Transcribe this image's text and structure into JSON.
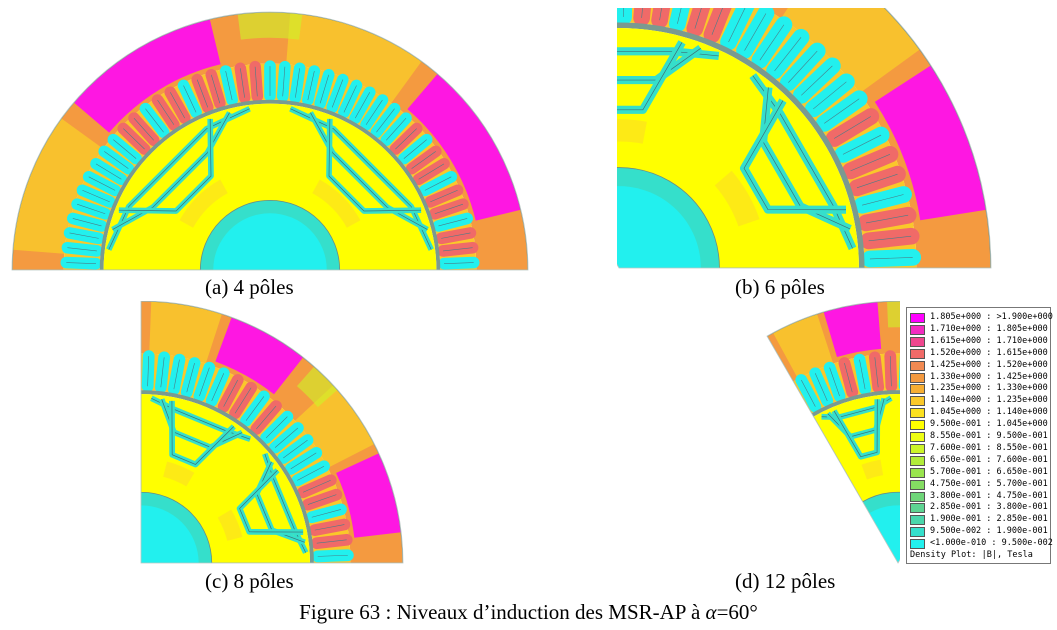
{
  "panels": [
    {
      "id": "a",
      "caption": "(a) 4 pôles",
      "poles": 4
    },
    {
      "id": "b",
      "caption": "(b) 6 pôles",
      "poles": 6
    },
    {
      "id": "c",
      "caption": "(c) 8 pôles",
      "poles": 8
    },
    {
      "id": "d",
      "caption": "(d) 12 pôles",
      "poles": 12
    }
  ],
  "figure_caption": {
    "prefix": "Figure 63 : Niveaux d’induction des MSR-AP à ",
    "symbol": "α",
    "suffix": "=60°"
  },
  "legend": {
    "entries": [
      {
        "label": "1.805e+000 : >1.900e+000",
        "color": "#ff00ff"
      },
      {
        "label": "1.710e+000 : 1.805e+000",
        "color": "#f22cc0"
      },
      {
        "label": "1.615e+000 : 1.710e+000",
        "color": "#f0478f"
      },
      {
        "label": "1.520e+000 : 1.615e+000",
        "color": "#f06a68"
      },
      {
        "label": "1.425e+000 : 1.520e+000",
        "color": "#f28a52"
      },
      {
        "label": "1.330e+000 : 1.425e+000",
        "color": "#f49a40"
      },
      {
        "label": "1.235e+000 : 1.330e+000",
        "color": "#f7ae32"
      },
      {
        "label": "1.140e+000 : 1.235e+000",
        "color": "#fac82a"
      },
      {
        "label": "1.045e+000 : 1.140e+000",
        "color": "#fce11f"
      },
      {
        "label": "9.500e-001 : 1.045e+000",
        "color": "#ffff00"
      },
      {
        "label": "8.550e-001 : 9.500e-001",
        "color": "#eeff14"
      },
      {
        "label": "7.600e-001 : 8.550e-001",
        "color": "#cdf528"
      },
      {
        "label": "6.650e-001 : 7.600e-001",
        "color": "#b2ec3a"
      },
      {
        "label": "5.700e-001 : 6.650e-001",
        "color": "#99e44e"
      },
      {
        "label": "4.750e-001 : 5.700e-001",
        "color": "#84dd62"
      },
      {
        "label": "3.800e-001 : 4.750e-001",
        "color": "#6fd679"
      },
      {
        "label": "2.850e-001 : 3.800e-001",
        "color": "#5ed492"
      },
      {
        "label": "1.900e-001 : 2.850e-001",
        "color": "#4ad6ab"
      },
      {
        "label": "9.500e-002 : 1.900e-001",
        "color": "#35dfcb"
      },
      {
        "label": "<1.000e-010 : 9.500e-002",
        "color": "#22f0ee"
      }
    ],
    "footer": "Density Plot: |B|, Tesla"
  }
}
